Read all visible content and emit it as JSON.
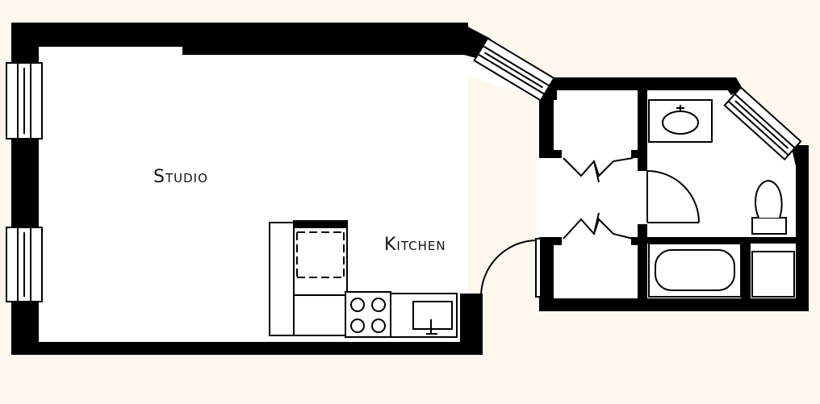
{
  "plan": {
    "rooms": [
      {
        "id": "studio",
        "label": "Studio"
      },
      {
        "id": "kitchen",
        "label": "Kitchen"
      }
    ],
    "colors": {
      "background": "#fdf7ee",
      "floor": "#ffffff",
      "wall": "#000000",
      "fixture": "#000000"
    }
  }
}
